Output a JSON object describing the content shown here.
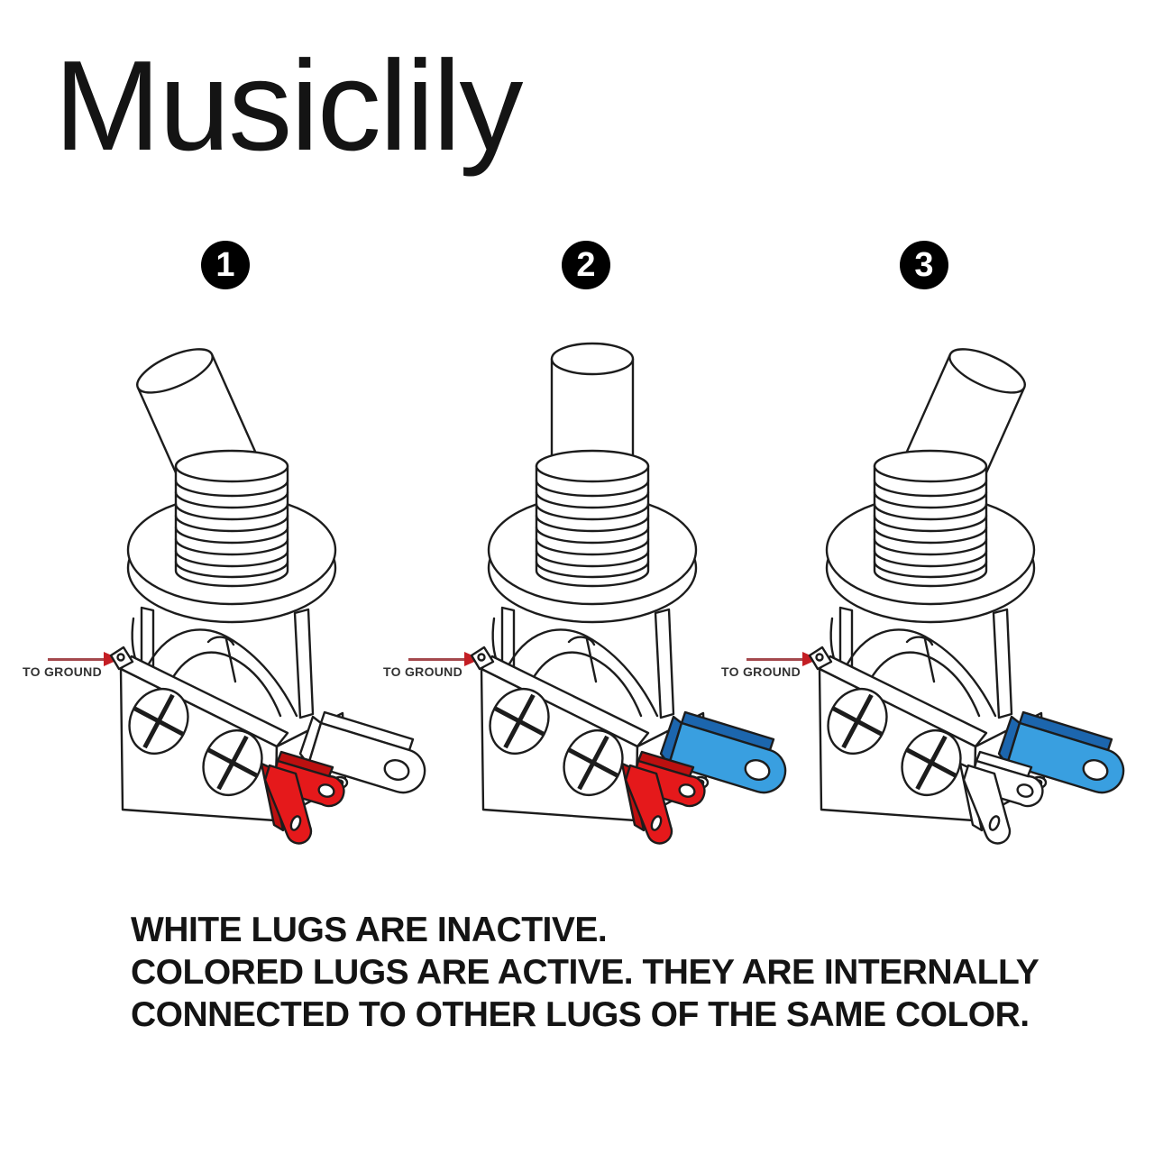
{
  "brand": {
    "name": "Musiclily"
  },
  "figures": [
    {
      "number": "1",
      "ground_label": "TO GROUND",
      "lever_position": "left",
      "lever_tilt_deg": -24,
      "long_lug_color": "white",
      "pair_lug_color": "red"
    },
    {
      "number": "2",
      "ground_label": "TO GROUND",
      "lever_position": "center",
      "lever_tilt_deg": 0,
      "long_lug_color": "blue",
      "pair_lug_color": "red"
    },
    {
      "number": "3",
      "ground_label": "TO GROUND",
      "lever_position": "right",
      "lever_tilt_deg": 24,
      "long_lug_color": "blue",
      "pair_lug_color": "white"
    }
  ],
  "caption": {
    "lines": [
      "WHITE LUGS ARE INACTIVE.",
      "COLORED LUGS ARE ACTIVE. THEY ARE INTERNALLY",
      "CONNECTED TO OTHER LUGS OF THE SAME COLOR."
    ]
  },
  "colors": {
    "line": "#1c1c1c",
    "red": "#e5191b",
    "red_edge": "#bc1010",
    "blue": "#399fe0",
    "blue_edge": "#1c66ae",
    "white": "#ffffff",
    "white_edge": "#ffffff",
    "arrow_line": "#a4494d",
    "arrow_head": "#c41e24",
    "badge_bg": "#000000",
    "badge_fg": "#ffffff"
  }
}
